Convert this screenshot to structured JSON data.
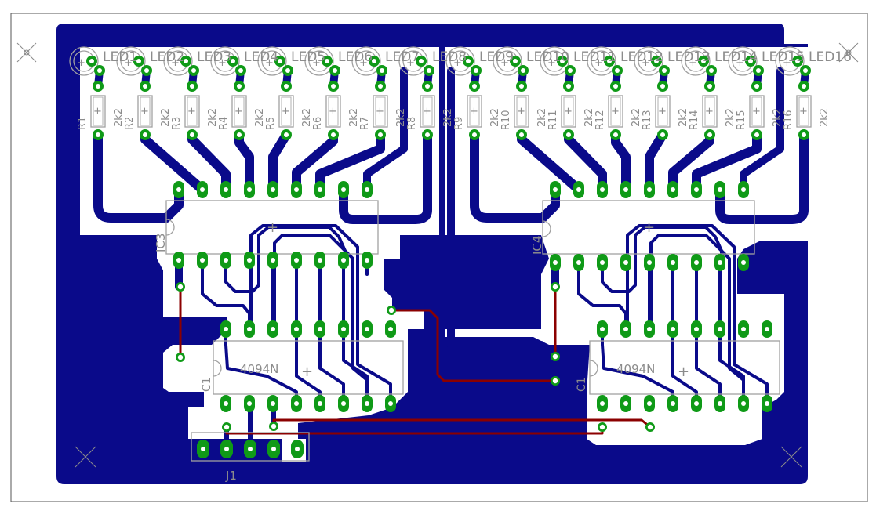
{
  "colors": {
    "copper_bottom": "#0a0a8a",
    "copper_top": "#8b0000",
    "pad": "#0f9a17",
    "silkscreen": "#a0a0a0",
    "background": "#ffffff",
    "outline": "#555555"
  },
  "leds": [
    "LED1",
    "LED2",
    "LED3",
    "LED4",
    "LED5",
    "LED6",
    "LED7",
    "LED8",
    "LED9",
    "LED10",
    "LED11",
    "LED12",
    "LED13",
    "LED14",
    "LED15",
    "LED16"
  ],
  "resistors": [
    {
      "name": "R1",
      "value": "2k2"
    },
    {
      "name": "R2",
      "value": "2k2"
    },
    {
      "name": "R3",
      "value": "2k2"
    },
    {
      "name": "R4",
      "value": "2k2"
    },
    {
      "name": "R5",
      "value": "2k2"
    },
    {
      "name": "R6",
      "value": "2k2"
    },
    {
      "name": "R7",
      "value": "2k2"
    },
    {
      "name": "R8",
      "value": "2k2"
    },
    {
      "name": "R9",
      "value": "2k2"
    },
    {
      "name": "R10",
      "value": "2k2"
    },
    {
      "name": "R11",
      "value": "2k2"
    },
    {
      "name": "R12",
      "value": "2k2"
    },
    {
      "name": "R13",
      "value": "2k2"
    },
    {
      "name": "R14",
      "value": "2k2"
    },
    {
      "name": "R15",
      "value": "2k2"
    },
    {
      "name": "R16",
      "value": "2k2"
    }
  ],
  "ics": {
    "ic3": "IC3",
    "ic4": "IC4",
    "shift_left": "4094N",
    "shift_right": "4094N"
  },
  "capacitors": {
    "c1": "C1",
    "c2": "C1"
  },
  "connector": {
    "name": "J1"
  },
  "markers": {
    "plus": "+",
    "cross": "×"
  }
}
